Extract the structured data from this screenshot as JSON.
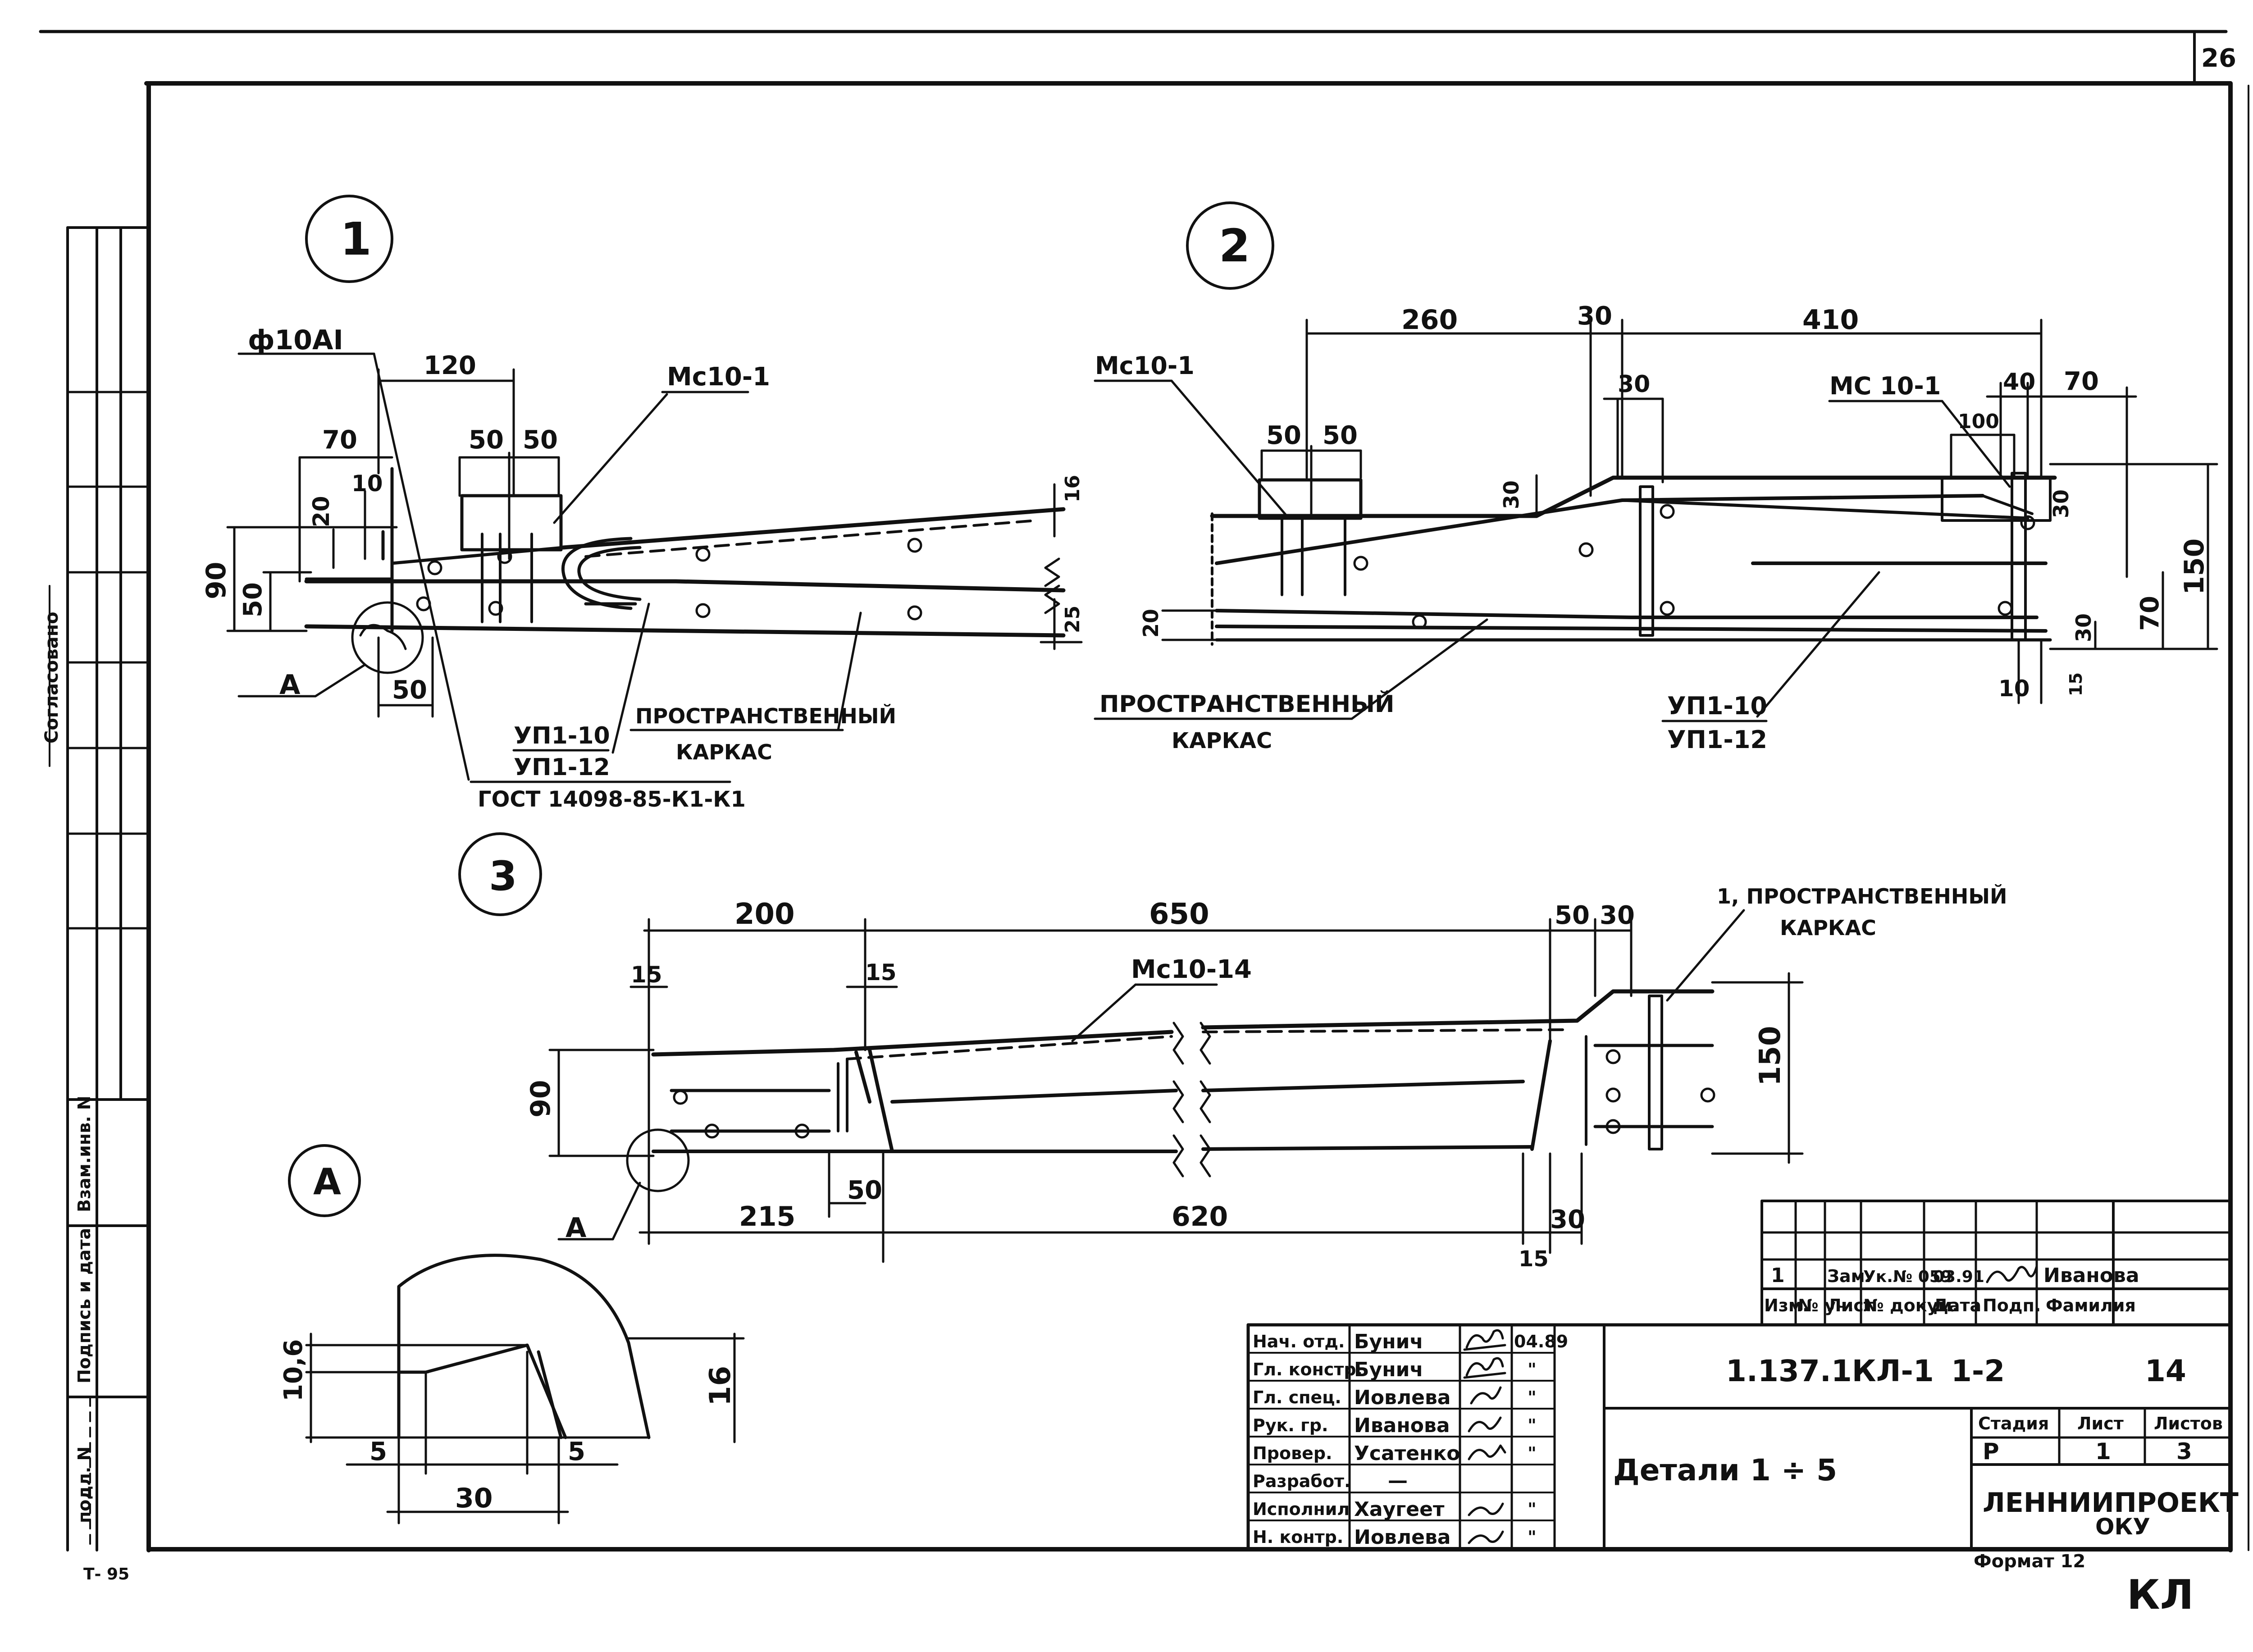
{
  "sheet": {
    "page_number": "26",
    "side_stamp_agreed": "Согласовано",
    "side_stamp_replace": "Взам.инв. N",
    "side_stamp_signature": "Подпись и дата",
    "side_stamp_original": "подл. N",
    "corner_note": "Т- 95",
    "format_label": "Формат 12",
    "corner_mark": "КЛ"
  },
  "details": {
    "d1": {
      "number": "1",
      "dims": {
        "d120": "120",
        "d70": "70",
        "d50a": "50",
        "d50b": "50",
        "d10": "10",
        "d20": "20",
        "d90": "90",
        "d50c": "50",
        "d50d": "50",
        "d16": "16",
        "d25": "25"
      },
      "labels": {
        "rod": "ф10АI",
        "mesh": "Мс10-1",
        "section": "А",
        "bar1": "УП1-10",
        "bar2": "УП1-12",
        "gost": "ГОСТ 14098-85-К1-К1",
        "frame1": "ПРОСТРАНСТВЕННЫЙ",
        "frame2": "КАРКАС"
      }
    },
    "d2": {
      "number": "2",
      "dims": {
        "d260": "260",
        "d30a": "30",
        "d410": "410",
        "d30b": "30",
        "d40": "40",
        "d70a": "70",
        "d100": "100",
        "d50a": "50",
        "d50b": "50",
        "d30c": "30",
        "d30d": "30",
        "d150": "150",
        "d70b": "70",
        "d30e": "30",
        "d20": "20",
        "d10": "10",
        "d15": "15"
      },
      "labels": {
        "mesh1": "Мс10-1",
        "mesh2": "МС 10-1",
        "frame1": "ПРОСТРАНСТВЕННЫЙ",
        "frame2": "КАРКАС",
        "bar1": "УП1-10",
        "bar2": "УП1-12"
      }
    },
    "d3": {
      "number": "3",
      "dims": {
        "d200": "200",
        "d650": "650",
        "d50": "50",
        "d30": "30",
        "d15a": "15",
        "d15b": "15",
        "d90": "90",
        "d150": "150",
        "d50b": "50",
        "d215": "215",
        "d620": "620",
        "d30b": "30",
        "d15c": "15"
      },
      "labels": {
        "mesh": "Мс10-14",
        "frame1": "1, ПРОСТРАНСТВЕННЫЙ",
        "frame2": "КАРКАС",
        "section": "А"
      }
    },
    "dA": {
      "label": "А",
      "dims": {
        "d10_6": "10,6",
        "d16": "16",
        "d5a": "5",
        "d5b": "5",
        "d30": "30"
      }
    }
  },
  "title_block": {
    "revision": {
      "rev": "1",
      "change": "Зам.",
      "doc": "Ук.№ 059",
      "date": "03.91",
      "name": "Иванова"
    },
    "rev_headers": [
      "Изм.",
      "№ уч.",
      "Лист",
      "№ докум.",
      "Дата",
      "Подп.",
      "Фамилия"
    ],
    "staff": [
      {
        "role": "Нач. отд.",
        "name": "Бунич",
        "date": "04.89"
      },
      {
        "role": "Гл. констр.",
        "name": "Бунич",
        "date": "\""
      },
      {
        "role": "Гл. спец.",
        "name": "Иовлева",
        "date": "\""
      },
      {
        "role": "Рук. гр.",
        "name": "Иванова",
        "date": "\""
      },
      {
        "role": "Провер.",
        "name": "Усатенко",
        "date": "\""
      },
      {
        "role": "Разработ.",
        "name": "—",
        "date": ""
      },
      {
        "role": "Исполнил",
        "name": "Хаугеет",
        "date": "\""
      },
      {
        "role": "Н. контр.",
        "name": "Иовлева",
        "date": "\""
      }
    ],
    "doc_code": "1.137.1КЛ-1",
    "doc_part": "1-2",
    "doc_sheet": "14",
    "title": "Детали 1 ÷ 5",
    "stage_header": "Стадия",
    "sheet_header": "Лист",
    "sheets_header": "Листов",
    "stage": "Р",
    "sheet": "1",
    "sheets": "3",
    "org": "ЛЕННИИПРОЕКТ",
    "org_dept": "ОКУ"
  }
}
